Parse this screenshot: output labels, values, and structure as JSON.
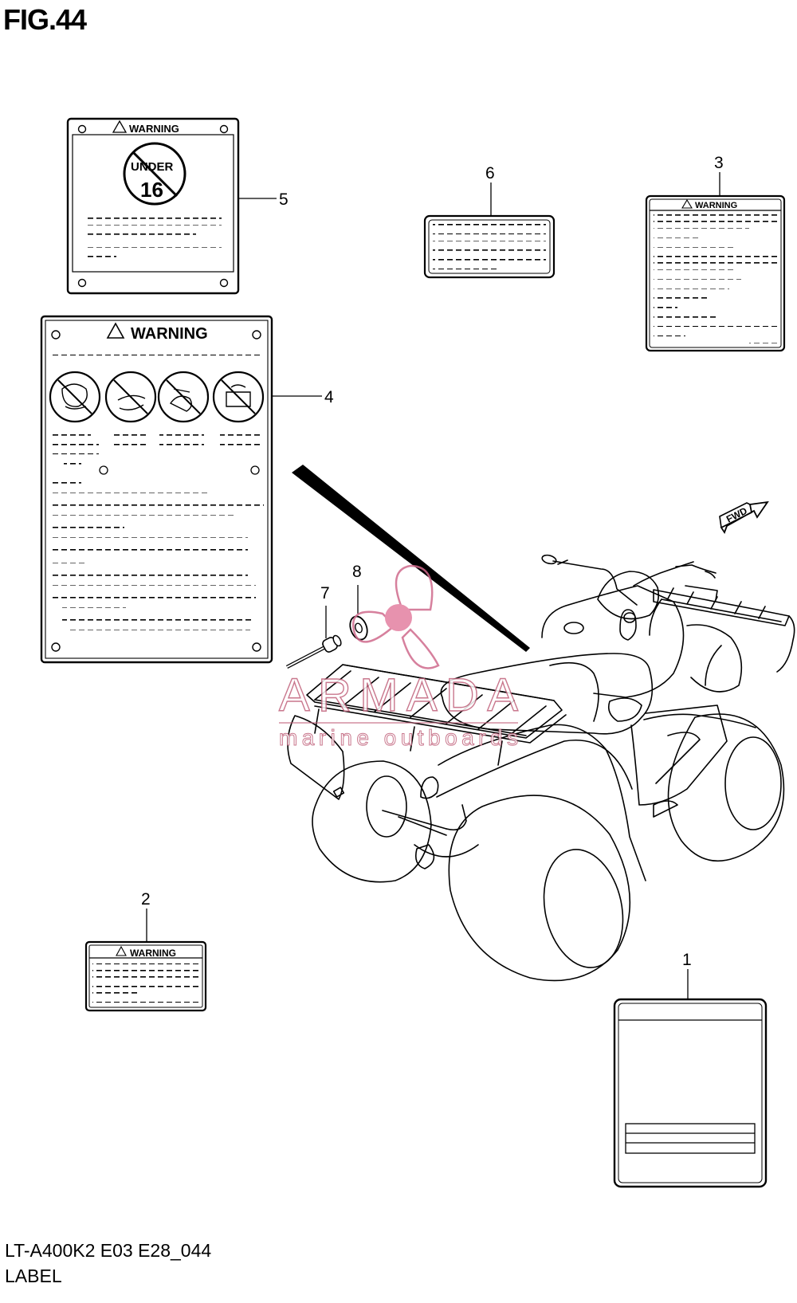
{
  "figure": {
    "title": "FIG.44"
  },
  "footer": {
    "model_code": "LT-A400K2 E03 E28_044",
    "section_name": "LABEL"
  },
  "callouts": {
    "c1": "1",
    "c2": "2",
    "c3": "3",
    "c4": "4",
    "c5": "5",
    "c6": "6",
    "c7": "7",
    "c8": "8"
  },
  "labels": {
    "warning": "WARNING",
    "under": "UNDER",
    "age": "16",
    "fwd": "FWD"
  },
  "watermark": {
    "brand": "ARMADA",
    "tagline": "marine outboards"
  }
}
